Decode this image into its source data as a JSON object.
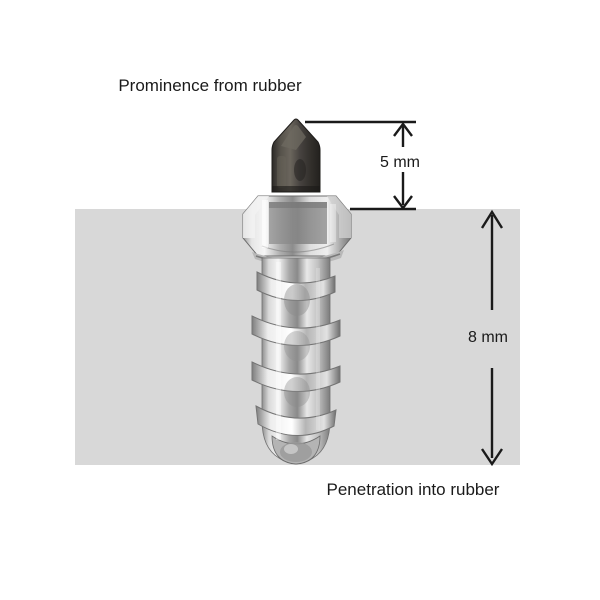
{
  "figure": {
    "background_color": "#ffffff",
    "rubber_color": "#d8d8d8",
    "line_color": "#1a1a1a",
    "title_top": "Prominence from rubber",
    "title_bottom": "Penetration into rubber"
  },
  "dimensions": {
    "prominence": {
      "label": "5 mm",
      "value": 5,
      "unit": "mm",
      "description": "Prominence from rubber"
    },
    "penetration": {
      "label": "8 mm",
      "value": 8,
      "unit": "mm",
      "description": "Penetration into rubber"
    }
  },
  "stud": {
    "tip_color": "#4a453f",
    "body_color": "#c9c9c9",
    "parts": [
      "carbide-tip",
      "hex-flange",
      "threaded-body"
    ]
  }
}
